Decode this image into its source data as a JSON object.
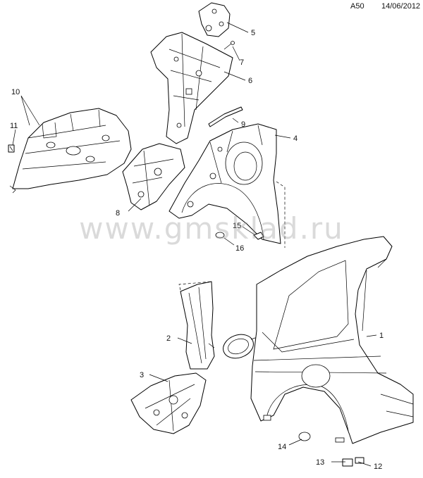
{
  "header": {
    "code": "A50",
    "date": "14/06/2012"
  },
  "watermark": "www.gmsklad.ru",
  "callouts": [
    {
      "id": "1",
      "text": "1"
    },
    {
      "id": "2",
      "text": "2"
    },
    {
      "id": "3",
      "text": "3"
    },
    {
      "id": "4",
      "text": "4"
    },
    {
      "id": "5",
      "text": "5"
    },
    {
      "id": "6",
      "text": "6"
    },
    {
      "id": "7",
      "text": "7"
    },
    {
      "id": "8",
      "text": "8"
    },
    {
      "id": "9",
      "text": "9"
    },
    {
      "id": "10",
      "text": "10"
    },
    {
      "id": "11",
      "text": "11"
    },
    {
      "id": "12",
      "text": "12"
    },
    {
      "id": "13",
      "text": "13"
    },
    {
      "id": "14",
      "text": "14"
    },
    {
      "id": "15",
      "text": "15"
    },
    {
      "id": "16",
      "text": "16"
    }
  ]
}
